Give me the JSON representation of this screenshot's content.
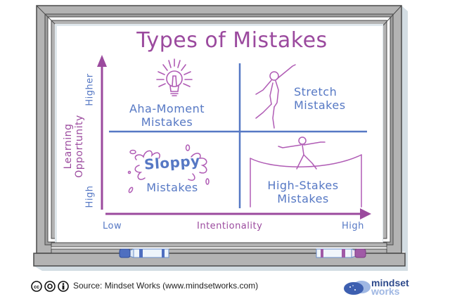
{
  "title": "Types of Mistakes",
  "colors": {
    "title": "#9b4a9e",
    "quadrant_text": "#5678c4",
    "axis": "#9b4a9e",
    "divider": "#5678c4",
    "frame": "#b3b3b3",
    "frame_dark": "#4a4a4a",
    "shadow": "#d3dde3"
  },
  "y_axis": {
    "label": "Learning Opportunity",
    "low": "High",
    "high": "Higher"
  },
  "x_axis": {
    "label": "Intentionality",
    "low": "Low",
    "high": "High"
  },
  "quadrants": [
    {
      "position": "top-left",
      "line1": "Aha-Moment",
      "line2": "Mistakes",
      "illustration": "lightbulb-icon"
    },
    {
      "position": "top-right",
      "line1": "Stretch",
      "line2": "Mistakes",
      "illustration": "stretching-person-icon"
    },
    {
      "position": "bottom-left",
      "line1": "Sloppy",
      "line2": "Mistakes",
      "illustration": "splash-icon"
    },
    {
      "position": "bottom-right",
      "line1": "High-Stakes",
      "line2": "Mistakes",
      "illustration": "tightrope-walker-icon"
    }
  ],
  "markers": [
    {
      "color": "blue",
      "hex": "#4f6fc0"
    },
    {
      "color": "purple",
      "hex": "#a05aa6"
    }
  ],
  "footer": {
    "license_icons": [
      "cc-icon",
      "by-icon",
      "attribution-person-icon"
    ],
    "source": "Source: Mindset Works (www.mindsetworks.com)",
    "logo_line1": "mindset",
    "logo_line2": "works"
  }
}
